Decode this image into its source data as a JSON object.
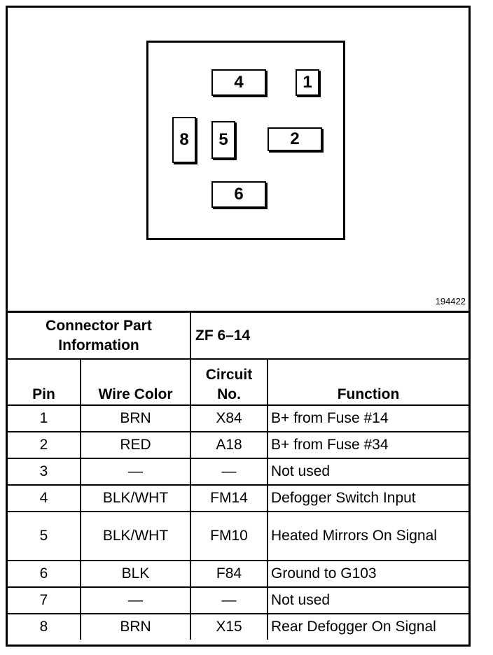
{
  "figure_number": "194422",
  "connector": {
    "pins": [
      {
        "label": "4"
      },
      {
        "label": "1"
      },
      {
        "label": "8"
      },
      {
        "label": "5"
      },
      {
        "label": "2"
      },
      {
        "label": "6"
      }
    ]
  },
  "part_info": {
    "label": "Connector Part Information",
    "value": "ZF 6–14"
  },
  "columns": {
    "pin": "Pin",
    "wire_color": "Wire Color",
    "circuit_no": "Circuit No.",
    "function": "Function"
  },
  "rows": [
    {
      "pin": "1",
      "wire": "BRN",
      "circuit": "X84",
      "function": "B+ from Fuse #14"
    },
    {
      "pin": "2",
      "wire": "RED",
      "circuit": "A18",
      "function": "B+ from Fuse #34"
    },
    {
      "pin": "3",
      "wire": "—",
      "circuit": "—",
      "function": "Not used"
    },
    {
      "pin": "4",
      "wire": "BLK/WHT",
      "circuit": "FM14",
      "function": "Defogger Switch Input"
    },
    {
      "pin": "5",
      "wire": "BLK/WHT",
      "circuit": "FM10",
      "function": "Heated Mirrors On Signal"
    },
    {
      "pin": "6",
      "wire": "BLK",
      "circuit": "F84",
      "function": "Ground to G103"
    },
    {
      "pin": "7",
      "wire": "—",
      "circuit": "—",
      "function": "Not used"
    },
    {
      "pin": "8",
      "wire": "BRN",
      "circuit": "X15",
      "function": "Rear Defogger On Signal"
    }
  ]
}
